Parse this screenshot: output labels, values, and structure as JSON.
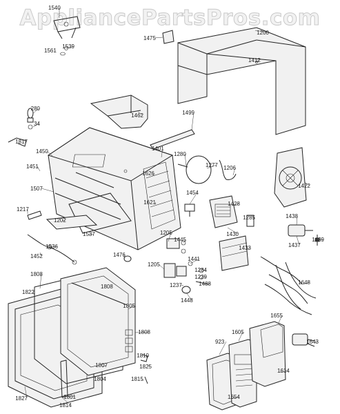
{
  "watermark": "AppliancePartsPros.com",
  "part_labels": [
    "1540",
    "1561",
    "1539",
    "1475",
    "1200",
    "1412",
    "280",
    "34",
    "1462",
    "1499",
    "1817",
    "1450",
    "1451",
    "1401",
    "1280",
    "1277",
    "1206",
    "1626",
    "1507",
    "1621",
    "1422",
    "1454",
    "1428",
    "1217",
    "1285",
    "1438",
    "1202",
    "1205",
    "1445",
    "1430",
    "1537",
    "1433",
    "1439",
    "1437",
    "1536",
    "1452",
    "1476",
    "1441",
    "1205",
    "1284",
    "1229",
    "1237",
    "1488",
    "1648",
    "1808",
    "1822",
    "1808",
    "1448",
    "1805",
    "1808",
    "1655",
    "1605",
    "923",
    "1643",
    "1810",
    "1827",
    "1825",
    "1807",
    "1614",
    "1814",
    "1801",
    "1804",
    "1815",
    "1654"
  ]
}
